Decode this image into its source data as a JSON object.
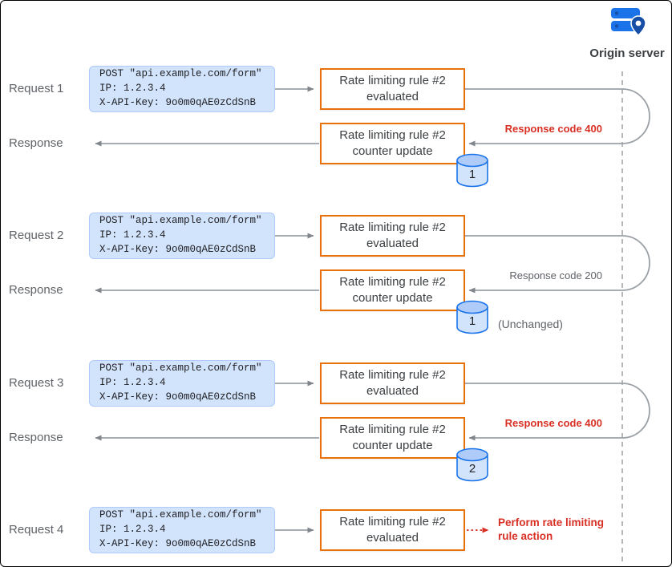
{
  "origin_server": {
    "label": "Origin server"
  },
  "labels": {
    "response": "Response"
  },
  "request_box": {
    "line1": "POST \"api.example.com/form\"",
    "line2": "IP: 1.2.3.4",
    "line3": "X-API-Key: 9o0m0qAE0zCdSnB"
  },
  "boxes": {
    "evaluated": "Rate limiting rule #2 evaluated",
    "counter": "Rate limiting rule #2 counter update"
  },
  "rows": [
    {
      "request_label": "Request 1",
      "response_code": "Response code 400",
      "counter": "1"
    },
    {
      "request_label": "Request 2",
      "response_code": "Response code 200",
      "counter": "1",
      "note": "(Unchanged)"
    },
    {
      "request_label": "Request 3",
      "response_code": "Response code 400",
      "counter": "2"
    },
    {
      "request_label": "Request 4",
      "action": "Perform rate limiting rule action"
    }
  ],
  "colors": {
    "request_box_fill": "#d2e3fc",
    "rule_box_border": "#e8710a",
    "alert_red": "#d93025",
    "muted_gray": "#5f6368",
    "connector_gray": "#9aa0a6",
    "server_blue": "#1a73e8"
  }
}
